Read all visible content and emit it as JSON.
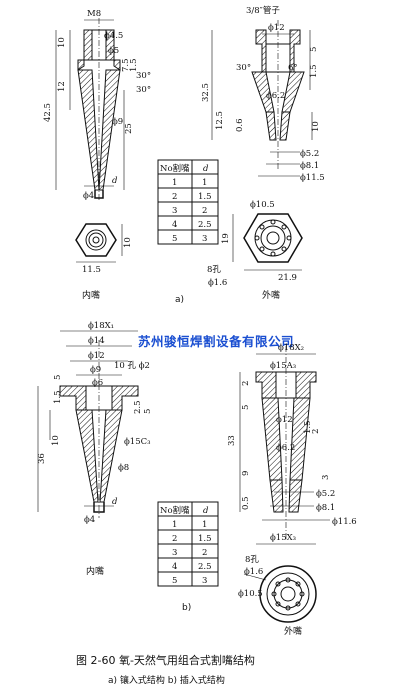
{
  "figure": {
    "caption": "图 2-60   氧-天然气用组合式割嘴结构",
    "subcaption": "a) 镶入式结构   b) 插入式结构",
    "watermark": "苏州骏恒焊割设备有限公司"
  },
  "part_a": {
    "label": "a)",
    "inner_label": "内嘴",
    "outer_label": "外嘴",
    "inner_dims": {
      "m8": "M8",
      "d45": "ϕ4.5",
      "d5": "ϕ5",
      "h10": "10",
      "h12": "12",
      "h425": "42.5",
      "h25": "25",
      "h15": "1.5",
      "h75": "7.5",
      "a30a": "30°",
      "a30b": "30°",
      "d9": "ϕ9",
      "d": "d",
      "d4": "ϕ4",
      "hex_w": "11.5",
      "hex_h": "10"
    },
    "outer_dims": {
      "pipe": "3/8″管子",
      "d12": "ϕ12",
      "a30": "30°",
      "a6": "6°",
      "h5": "5",
      "h15": "1.5",
      "h325": "32.5",
      "d62": "ϕ6.2",
      "h125": "12.5",
      "h06": "0.6",
      "h10": "10",
      "d52": "ϕ5.2",
      "d81": "ϕ8.1",
      "d115": "ϕ11.5",
      "d105": "ϕ10.5",
      "h19": "19",
      "holes": "8孔",
      "d16": "ϕ1.6",
      "w219": "21.9"
    }
  },
  "part_b": {
    "label": "b)",
    "inner_label": "内嘴",
    "outer_label": "外嘴",
    "inner_dims": {
      "d18x1": "ϕ18X₁",
      "d14": "ϕ14",
      "d12": "ϕ12",
      "d9": "ϕ9",
      "d6": "ϕ6",
      "holes": "10 孔 ϕ2",
      "h5": "5",
      "h15": "1.5",
      "h10": "10",
      "h36": "36",
      "h25": "2.5",
      "h5b": "5",
      "d15c3": "ϕ15C₃",
      "d8": "ϕ8",
      "d": "d",
      "d4": "ϕ4"
    },
    "outer_dims": {
      "d18x2": "ϕ18X₂",
      "d15a3": "ϕ15A₃",
      "h2": "2",
      "h5": "5",
      "d12": "ϕ12",
      "h33": "33",
      "h15": "1.5",
      "h2b": "2",
      "d62": "ϕ6.2",
      "h9": "9",
      "h3": "3",
      "d52": "ϕ5.2",
      "h05": "0.5",
      "d81": "ϕ8.1",
      "d116": "ϕ11.6",
      "d15x3": "ϕ15X₃",
      "holes": "8孔",
      "d16": "ϕ1.6",
      "d105": "ϕ10.5"
    }
  },
  "tables": {
    "header_no": "No割嘴",
    "header_d": "d",
    "rows": [
      {
        "no": "1",
        "d": "1"
      },
      {
        "no": "2",
        "d": "1.5"
      },
      {
        "no": "3",
        "d": "2"
      },
      {
        "no": "4",
        "d": "2.5"
      },
      {
        "no": "5",
        "d": "3"
      }
    ]
  }
}
